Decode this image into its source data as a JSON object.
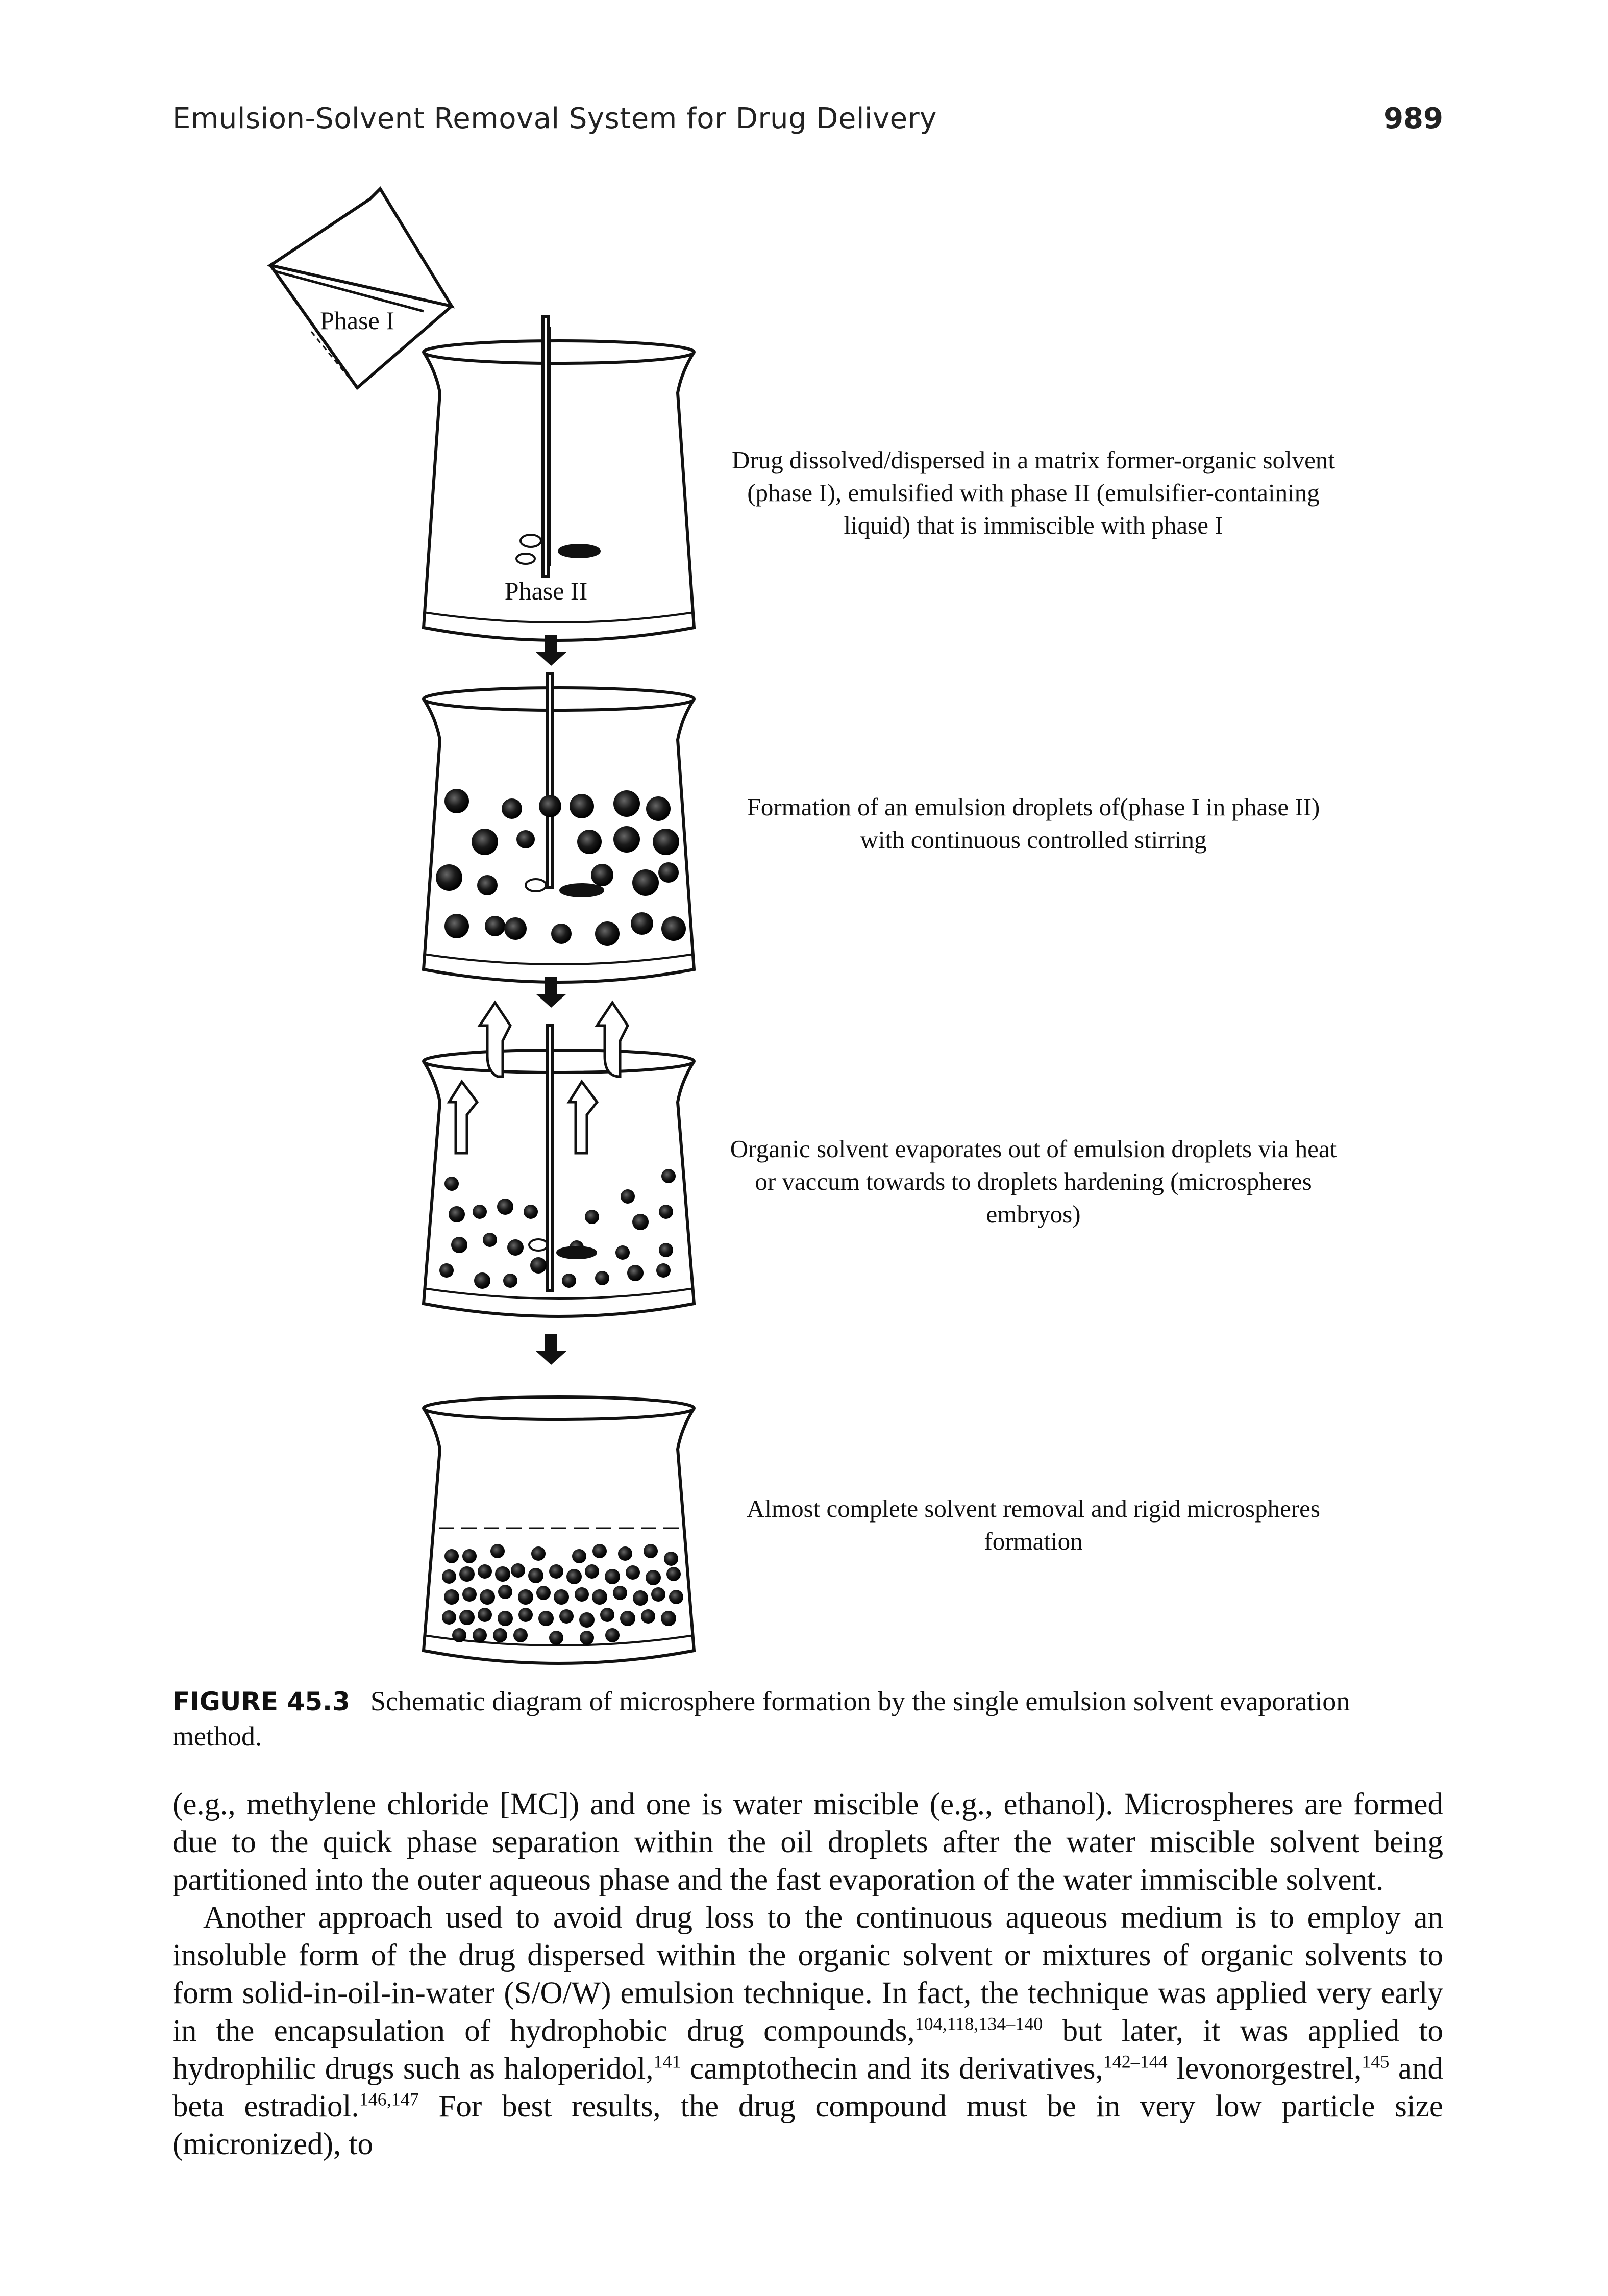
{
  "header": {
    "running_head": "Emulsion-Solvent Removal System for Drug Delivery",
    "page_number": "989"
  },
  "figure": {
    "phase1_label": "Phase I",
    "phase2_label": "Phase II",
    "steps": [
      "Drug dissolved/dispersed in a matrix former-organic solvent (phase I), emulsified with phase II (emulsifier-containing liquid) that is immiscible with phase I",
      "Formation of an emulsion droplets of(phase I in phase II) with continuous controlled stirring",
      "Organic solvent evaporates out of emulsion droplets via heat or vaccum towards to droplets hardening (microspheres embryos)",
      "Almost complete solvent removal and rigid microspheres formation"
    ],
    "caption_number": "FIGURE 45.3",
    "caption_text": "Schematic diagram of microsphere formation by the single emulsion solvent evaporation method."
  },
  "body": {
    "p1": "(e.g., methylene chloride [MC]) and one is water miscible (e.g., ethanol). Microspheres are formed due to the quick phase separation within the oil droplets after the water miscible solvent being partitioned into the outer aqueous phase and the fast evaporation of the water immiscible solvent.",
    "p2_a": "Another approach used to avoid drug loss to the continuous aqueous medium is to employ an insoluble form of the drug dispersed within the organic solvent or mixtures of organic solvents to form solid-in-oil-in-water (S/O/W) emulsion technique. In fact, the technique was applied very early in the encapsulation of hydrophobic drug compounds,",
    "p2_ref1": "104,118,134–140",
    "p2_b": " but later, it was applied to hydrophilic drugs such as haloperidol,",
    "p2_ref2": "141",
    "p2_c": " camptothecin and its derivatives,",
    "p2_ref3": "142–144",
    "p2_d": " levonorgestrel,",
    "p2_ref4": "145",
    "p2_e": " and beta estradiol.",
    "p2_ref5": "146,147",
    "p2_f": " For best results, the drug compound must be in very low particle size (micronized), to"
  }
}
